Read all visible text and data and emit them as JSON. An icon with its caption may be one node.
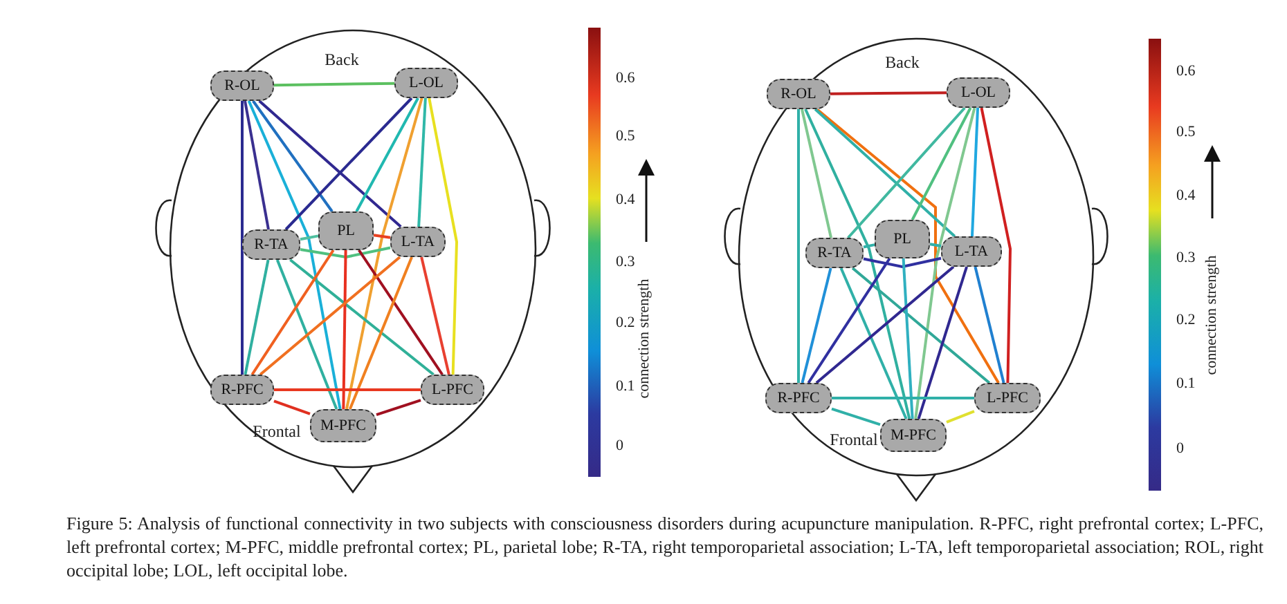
{
  "diagram": {
    "caption": "Figure 5: Analysis of functional connectivity in two subjects with consciousness disorders during acupuncture manipulation. R-PFC, right prefrontal cortex; L-PFC, left prefrontal cortex; M-PFC, middle prefrontal cortex; PL, parietal lobe; R-TA, right temporoparietal association; L-TA, left temporoparietal association; ROL, right occipital lobe; LOL, left occipital lobe.",
    "nodes": [
      {
        "text": [
          "Back",
          "Frontal"
        ]
      },
      {
        "text": [
          "R-OL"
        ],
        "in": 0
      },
      {
        "text": [
          "L-OL"
        ],
        "in": 0
      },
      {
        "text": [
          "R-TA"
        ],
        "in": 0
      },
      {
        "text": [
          "PL"
        ],
        "in": 0
      },
      {
        "text": [
          "L-TA"
        ],
        "in": 0
      },
      {
        "text": [
          "R-PFC"
        ],
        "in": 0
      },
      {
        "text": [
          "L-PFC"
        ],
        "in": 0
      },
      {
        "text": [
          "M-PFC"
        ],
        "in": 0
      },
      {
        "text": [
          "Back",
          "Frontal"
        ]
      },
      {
        "text": [
          "R-OL"
        ],
        "in": 9
      },
      {
        "text": [
          "L-OL"
        ],
        "in": 9
      },
      {
        "text": [
          "R-TA"
        ],
        "in": 9
      },
      {
        "text": [
          "PL"
        ],
        "in": 9
      },
      {
        "text": [
          "L-TA"
        ],
        "in": 9
      },
      {
        "text": [
          "R-PFC"
        ],
        "in": 9
      },
      {
        "text": [
          "L-PFC"
        ],
        "in": 9
      },
      {
        "text": [
          "M-PFC"
        ],
        "in": 9
      }
    ],
    "edges": [
      {
        "from": 1,
        "to": 2,
        "arrow": "none",
        "color": "#5cc060"
      },
      {
        "from": 1,
        "to": 6,
        "arrow": "none",
        "color": "#2a2a90"
      },
      {
        "from": 1,
        "to": 3,
        "arrow": "none",
        "color": "#3a3090"
      },
      {
        "from": 1,
        "to": 8,
        "arrow": "none",
        "color": "#1ab0d8"
      },
      {
        "from": 1,
        "to": 4,
        "arrow": "none",
        "color": "#2070c0"
      },
      {
        "from": 1,
        "to": 5,
        "arrow": "none",
        "color": "#302890"
      },
      {
        "from": 2,
        "to": 3,
        "arrow": "none",
        "color": "#2a2a90"
      },
      {
        "from": 2,
        "to": 4,
        "arrow": "none",
        "color": "#20b8b0"
      },
      {
        "from": 2,
        "to": 8,
        "arrow": "none",
        "color": "#f0a030"
      },
      {
        "from": 2,
        "to": 5,
        "arrow": "none",
        "color": "#30b8a8"
      },
      {
        "from": 2,
        "to": 7,
        "arrow": "none",
        "color": "#e8e020"
      },
      {
        "from": 3,
        "to": 4,
        "arrow": "none",
        "color": "#50c0a0"
      },
      {
        "from": 3,
        "to": 5,
        "arrow": "none",
        "color": "#50c080"
      },
      {
        "from": 4,
        "to": 5,
        "arrow": "none",
        "color": "#e84020"
      },
      {
        "from": 3,
        "to": 6,
        "arrow": "none",
        "color": "#30b0a0"
      },
      {
        "from": 3,
        "to": 8,
        "arrow": "none",
        "color": "#30b0a0"
      },
      {
        "from": 3,
        "to": 7,
        "arrow": "none",
        "color": "#30b098"
      },
      {
        "from": 4,
        "to": 6,
        "arrow": "none",
        "color": "#f06020"
      },
      {
        "from": 4,
        "to": 8,
        "arrow": "none",
        "color": "#e83020"
      },
      {
        "from": 4,
        "to": 7,
        "arrow": "none",
        "color": "#a01020"
      },
      {
        "from": 5,
        "to": 6,
        "arrow": "none",
        "color": "#f07020"
      },
      {
        "from": 5,
        "to": 8,
        "arrow": "none",
        "color": "#f08020"
      },
      {
        "from": 5,
        "to": 7,
        "arrow": "none",
        "color": "#e84030"
      },
      {
        "from": 6,
        "to": 7,
        "arrow": "none",
        "color": "#e83820"
      },
      {
        "from": 6,
        "to": 8,
        "arrow": "none",
        "color": "#e03020"
      },
      {
        "from": 8,
        "to": 7,
        "arrow": "none",
        "color": "#a01020"
      },
      {
        "from": 10,
        "to": 11,
        "arrow": "none",
        "color": "#c02020"
      },
      {
        "from": 10,
        "to": 15,
        "arrow": "none",
        "color": "#30b0a8"
      },
      {
        "from": 10,
        "to": 12,
        "arrow": "none",
        "color": "#80c890"
      },
      {
        "from": 10,
        "to": 17,
        "arrow": "none",
        "color": "#30b0a0"
      },
      {
        "from": 10,
        "to": 16,
        "arrow": "none",
        "color": "#f07010"
      },
      {
        "from": 10,
        "to": 14,
        "arrow": "none",
        "color": "#30b0a8"
      },
      {
        "from": 11,
        "to": 12,
        "arrow": "none",
        "color": "#40b8a0"
      },
      {
        "from": 11,
        "to": 13,
        "arrow": "none",
        "color": "#50c080"
      },
      {
        "from": 11,
        "to": 17,
        "arrow": "none",
        "color": "#80c890"
      },
      {
        "from": 11,
        "to": 14,
        "arrow": "none",
        "color": "#20a8e0"
      },
      {
        "from": 11,
        "to": 16,
        "arrow": "none",
        "color": "#d02020"
      },
      {
        "from": 12,
        "to": 13,
        "arrow": "none",
        "color": "#30b0a8"
      },
      {
        "from": 12,
        "to": 14,
        "arrow": "none",
        "color": "#3030a0"
      },
      {
        "from": 13,
        "to": 14,
        "arrow": "none",
        "color": "#30b0a8"
      },
      {
        "from": 12,
        "to": 15,
        "arrow": "none",
        "color": "#2090d8"
      },
      {
        "from": 12,
        "to": 17,
        "arrow": "none",
        "color": "#30b0a8"
      },
      {
        "from": 12,
        "to": 16,
        "arrow": "none",
        "color": "#30a898"
      },
      {
        "from": 13,
        "to": 15,
        "arrow": "none",
        "color": "#3030a0"
      },
      {
        "from": 13,
        "to": 17,
        "arrow": "none",
        "color": "#30b0c0"
      },
      {
        "from": 14,
        "to": 15,
        "arrow": "none",
        "color": "#302890"
      },
      {
        "from": 14,
        "to": 17,
        "arrow": "none",
        "color": "#302890"
      },
      {
        "from": 14,
        "to": 16,
        "arrow": "none",
        "color": "#2080d0"
      },
      {
        "from": 15,
        "to": 16,
        "arrow": "none",
        "color": "#30b0a8"
      },
      {
        "from": 15,
        "to": 17,
        "arrow": "none",
        "color": "#30b0a8"
      },
      {
        "from": 17,
        "to": 16,
        "arrow": "none",
        "color": "#e0e030"
      }
    ],
    "labels": [
      "0.6",
      "0.5",
      "0.4",
      "0.3",
      "0.2",
      "0.1",
      "0",
      "connection strength",
      "0.6",
      "0.5",
      "0.4",
      "0.3",
      "0.2",
      "0.1",
      "0",
      "connection strength"
    ]
  }
}
